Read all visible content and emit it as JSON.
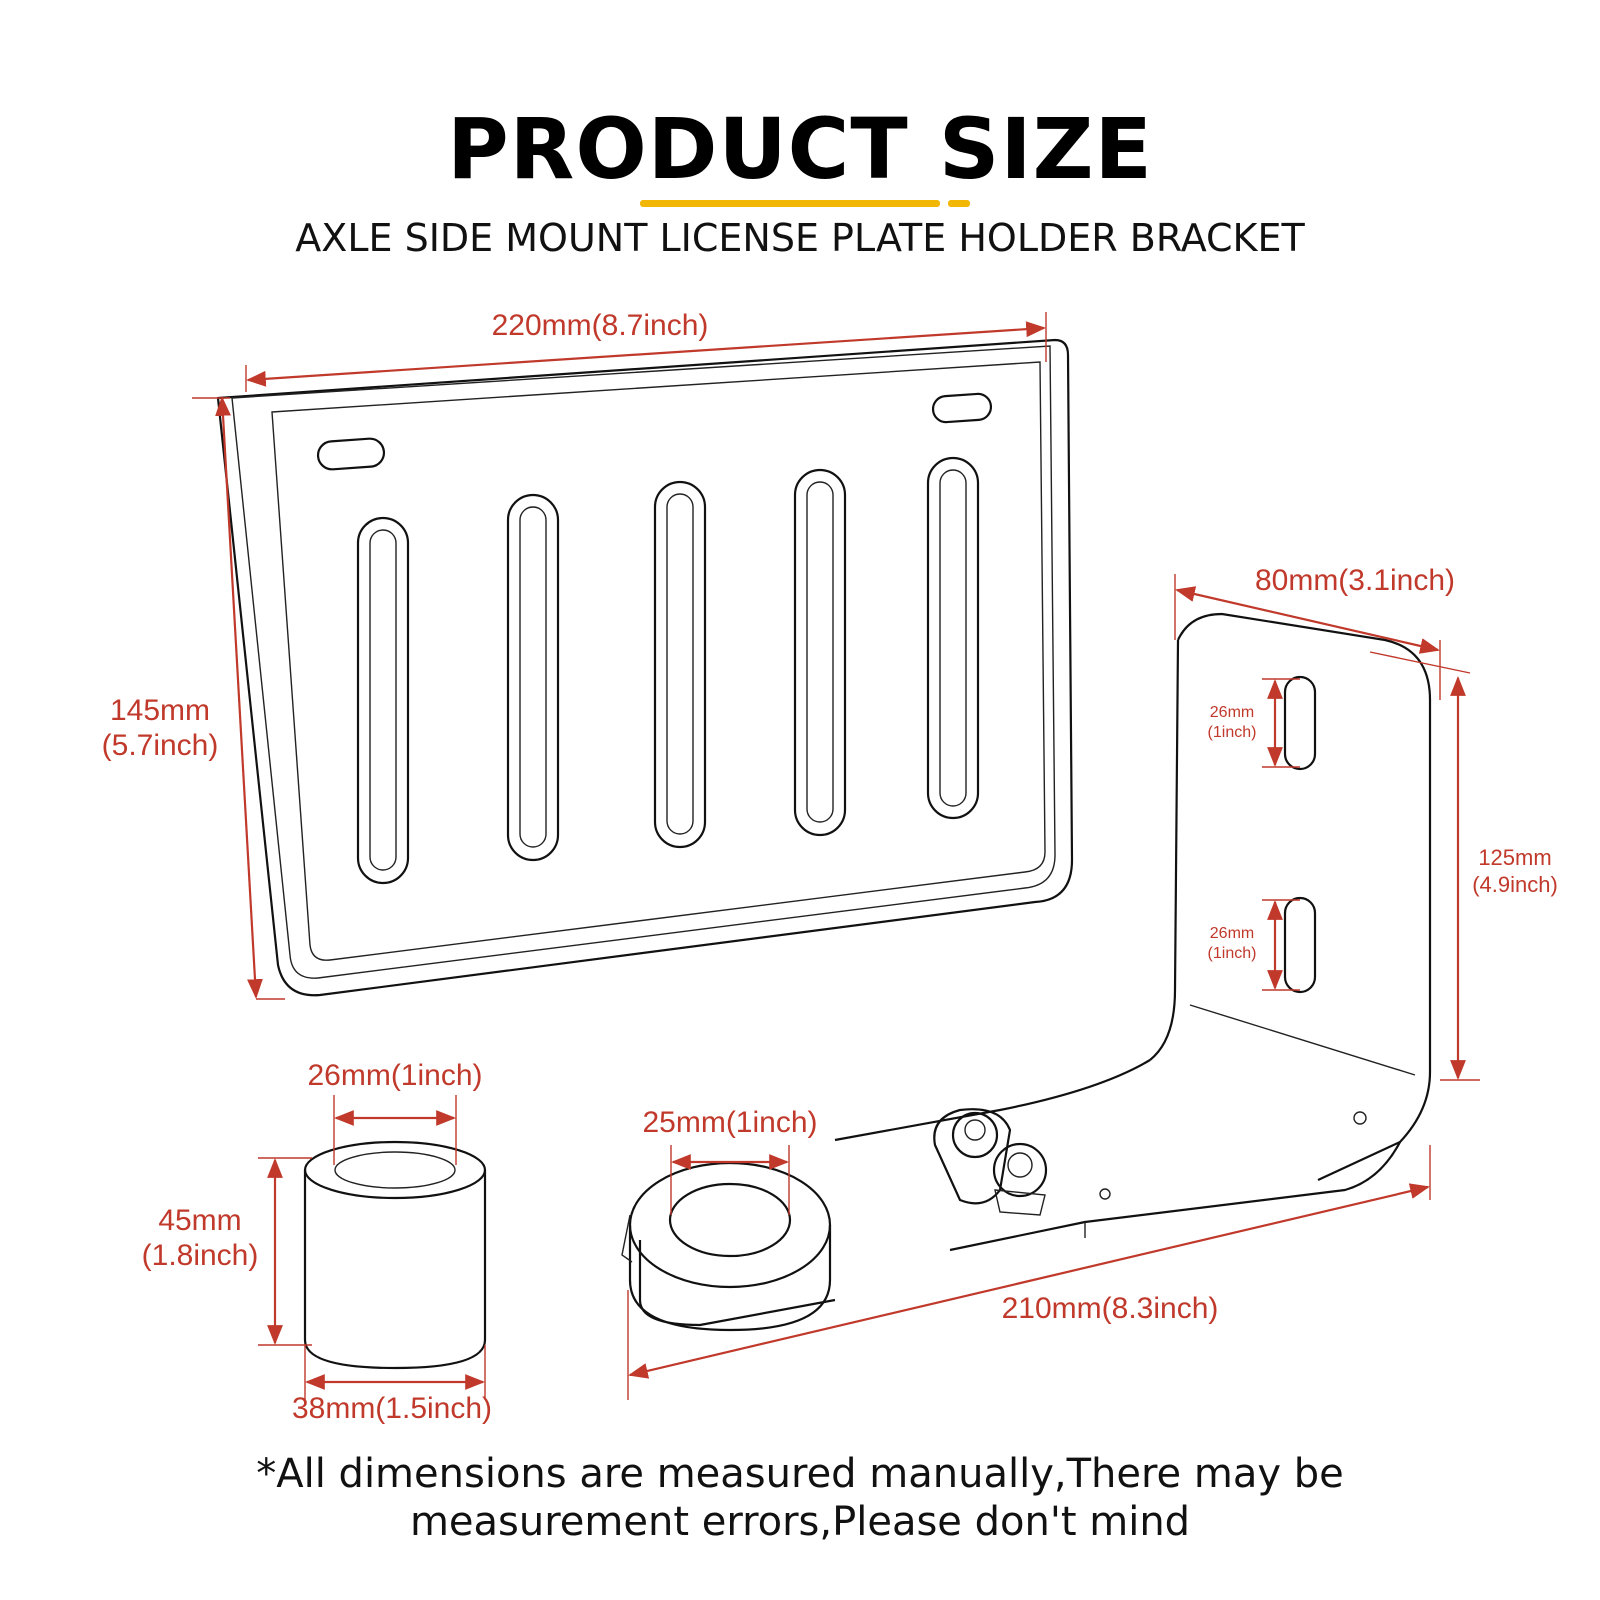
{
  "header": {
    "title": "PRODUCT SIZE",
    "subtitle": "AXLE SIDE MOUNT LICENSE PLATE HOLDER BRACKET",
    "accent_color": "#f2b705"
  },
  "dimensions": {
    "plate_width": "220mm(8.7inch)",
    "plate_height_mm": "145mm",
    "plate_height_in": "(5.7inch)",
    "bracket_width": "80mm(3.1inch)",
    "bracket_height_mm": "125mm",
    "bracket_height_in": "(4.9inch)",
    "slot_upper_mm": "26mm",
    "slot_upper_in": "(1inch)",
    "slot_lower_mm": "26mm",
    "slot_lower_in": "(1inch)",
    "bracket_hole": "25mm(1inch)",
    "bracket_length": "210mm(8.3inch)",
    "spacer_inner": "26mm(1inch)",
    "spacer_height_mm": "45mm",
    "spacer_height_in": "(1.8inch)",
    "spacer_outer": "38mm(1.5inch)"
  },
  "footnote": {
    "line1": "*All dimensions are measured manually,There may be",
    "line2": "measurement errors,Please don't mind"
  },
  "colors": {
    "dimension": "#c0392b",
    "outline": "#111111"
  }
}
